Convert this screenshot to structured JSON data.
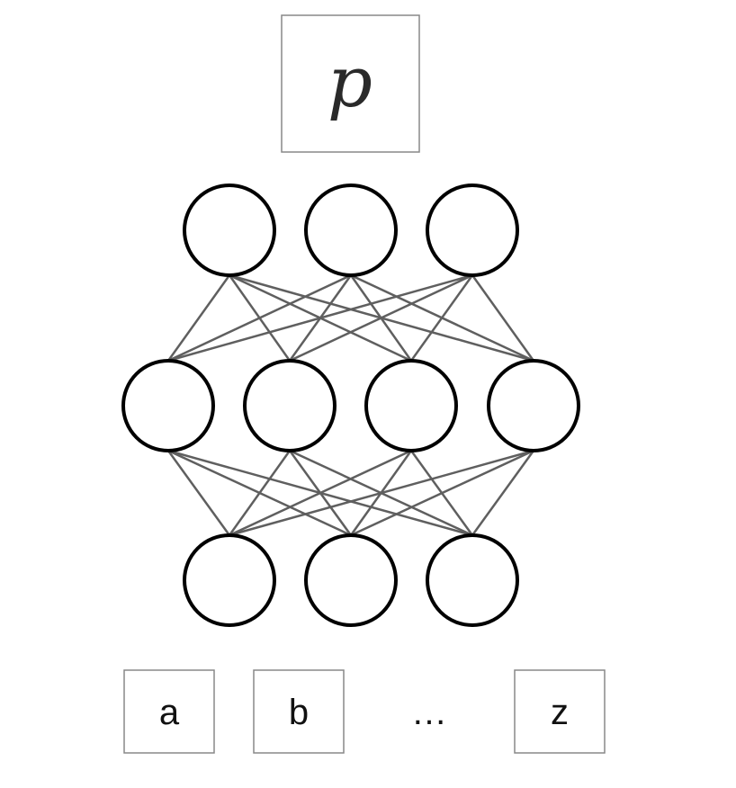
{
  "input_image": {
    "glyph": "p",
    "description_icon": "handwritten-letter-image"
  },
  "layers": [
    {
      "name": "input-layer",
      "node_count": 3
    },
    {
      "name": "hidden-layer",
      "node_count": 4
    },
    {
      "name": "output-layer",
      "node_count": 3
    }
  ],
  "outputs": [
    {
      "label": "a",
      "boxed": true
    },
    {
      "label": "b",
      "boxed": true
    },
    {
      "label": "…",
      "boxed": false
    },
    {
      "label": "z",
      "boxed": true
    }
  ],
  "colors": {
    "node_stroke": "#000000",
    "edge": "#5f5f5f",
    "box_border": "#888888"
  }
}
